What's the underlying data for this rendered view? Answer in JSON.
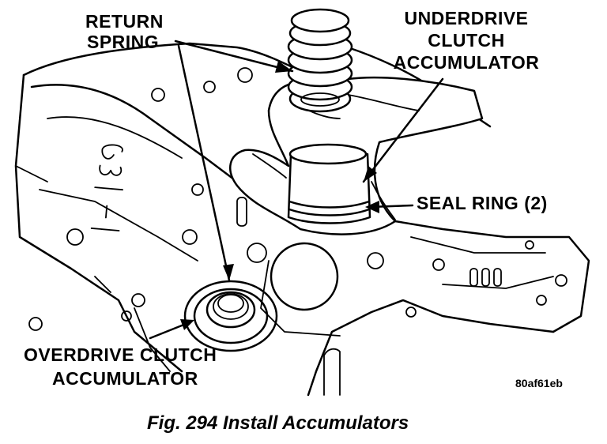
{
  "labels": {
    "return_spring_1": "RETURN",
    "return_spring_2": "SPRING",
    "underdrive_1": "UNDERDRIVE",
    "underdrive_2": "CLUTCH",
    "underdrive_3": "ACCUMULATOR",
    "seal_ring": "SEAL RING (2)",
    "overdrive_1": "OVERDRIVE CLUTCH",
    "overdrive_2": "ACCUMULATOR"
  },
  "casting_text": "63 | -1",
  "figure_code": "80af61eb",
  "caption": "Fig. 294 Install Accumulators"
}
